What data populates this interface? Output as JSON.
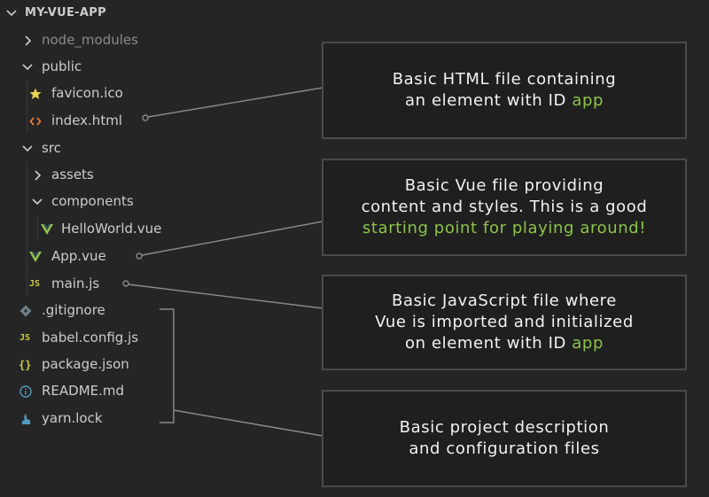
{
  "explorer": {
    "root_label": "MY-VUE-APP",
    "items": [
      {
        "label": "node_modules",
        "kind": "folder",
        "state": "collapsed",
        "depth": 0,
        "muted": true,
        "icon": "chevron-right-icon"
      },
      {
        "label": "public",
        "kind": "folder",
        "state": "expanded",
        "depth": 0,
        "icon": "chevron-down-icon"
      },
      {
        "label": "favicon.ico",
        "kind": "file",
        "depth": 1,
        "icon": "star-icon"
      },
      {
        "label": "index.html",
        "kind": "file",
        "depth": 1,
        "icon": "html-icon"
      },
      {
        "label": "src",
        "kind": "folder",
        "state": "expanded",
        "depth": 0,
        "icon": "chevron-down-icon"
      },
      {
        "label": "assets",
        "kind": "folder",
        "state": "collapsed",
        "depth": 1,
        "icon": "chevron-right-icon"
      },
      {
        "label": "components",
        "kind": "folder",
        "state": "expanded",
        "depth": 1,
        "icon": "chevron-down-icon"
      },
      {
        "label": "HelloWorld.vue",
        "kind": "file",
        "depth": 2,
        "icon": "vue-icon"
      },
      {
        "label": "App.vue",
        "kind": "file",
        "depth": 1,
        "icon": "vue-icon"
      },
      {
        "label": "main.js",
        "kind": "file",
        "depth": 1,
        "icon": "js-icon",
        "glyph": "JS"
      },
      {
        "label": ".gitignore",
        "kind": "file",
        "depth": 0,
        "icon": "git-icon"
      },
      {
        "label": "babel.config.js",
        "kind": "file",
        "depth": 0,
        "icon": "js-icon",
        "glyph": "JS"
      },
      {
        "label": "package.json",
        "kind": "file",
        "depth": 0,
        "icon": "json-icon",
        "glyph": "{}"
      },
      {
        "label": "README.md",
        "kind": "file",
        "depth": 0,
        "icon": "info-icon"
      },
      {
        "label": "yarn.lock",
        "kind": "file",
        "depth": 0,
        "icon": "yarn-icon"
      }
    ]
  },
  "callouts": {
    "html": {
      "line1": "Basic HTML file containing",
      "line2_prefix": "an element with ID ",
      "line2_accent": "app"
    },
    "vue": {
      "line1": "Basic Vue file providing",
      "line2": "content and styles. This is a good",
      "line3_accent": "starting point for playing around!"
    },
    "js": {
      "line1": "Basic JavaScript file where",
      "line2": "Vue is imported and initialized",
      "line3_prefix": "on element with ID ",
      "line3_accent": "app"
    },
    "config": {
      "line1": "Basic project description",
      "line2": "and configuration files"
    }
  },
  "colors": {
    "background": "#252526",
    "text": "#cccccc",
    "muted_text": "#8a8a8a",
    "callout_bg": "#1f1f1f",
    "callout_border": "#4a4a4a",
    "accent_green": "#8bc34a",
    "vue_green": "#8dc149",
    "js_yellow": "#cbcb41",
    "html_orange": "#e37933",
    "info_blue": "#519aba",
    "git_gray": "#6d8086",
    "connector": "#8a8a8a"
  }
}
